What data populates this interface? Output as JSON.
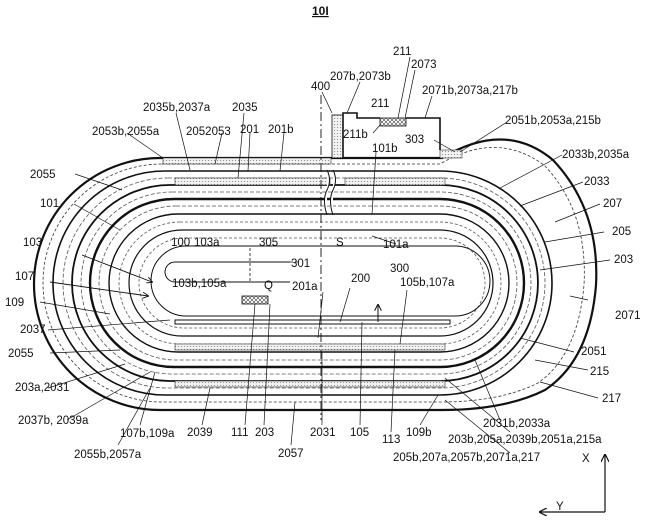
{
  "figure": {
    "title": "10I",
    "labels": [
      {
        "id": "L211a",
        "text": "211"
      },
      {
        "id": "L2073",
        "text": "2073"
      },
      {
        "id": "L400",
        "text": "400"
      },
      {
        "id": "L207b",
        "text": "207b,2073b"
      },
      {
        "id": "L2071b",
        "text": "2071b,2073a,217b"
      },
      {
        "id": "L211b_top",
        "text": "211"
      },
      {
        "id": "L2035b",
        "text": "2035b,2037a"
      },
      {
        "id": "L2035",
        "text": "2035"
      },
      {
        "id": "L211b",
        "text": "211b"
      },
      {
        "id": "L303",
        "text": "303"
      },
      {
        "id": "L2051b",
        "text": "2051b,2053a,215b"
      },
      {
        "id": "L2053b",
        "text": "2053b,2055a"
      },
      {
        "id": "L2052053",
        "text": "2052053"
      },
      {
        "id": "L201",
        "text": "201"
      },
      {
        "id": "L201b",
        "text": "201b"
      },
      {
        "id": "L101b",
        "text": "101b"
      },
      {
        "id": "L2033b",
        "text": "2033b,2035a"
      },
      {
        "id": "L2055t",
        "text": "2055"
      },
      {
        "id": "L2033",
        "text": "2033"
      },
      {
        "id": "L101",
        "text": "101"
      },
      {
        "id": "L207",
        "text": "207"
      },
      {
        "id": "L205",
        "text": "205"
      },
      {
        "id": "L103",
        "text": "103"
      },
      {
        "id": "L100",
        "text": "100"
      },
      {
        "id": "L103a",
        "text": "103a"
      },
      {
        "id": "L305",
        "text": "305"
      },
      {
        "id": "LS",
        "text": "S"
      },
      {
        "id": "L101a",
        "text": "101a"
      },
      {
        "id": "L301",
        "text": "301"
      },
      {
        "id": "L203",
        "text": "203"
      },
      {
        "id": "L300",
        "text": "300"
      },
      {
        "id": "L107",
        "text": "107"
      },
      {
        "id": "L103b",
        "text": "103b,105a"
      },
      {
        "id": "LQ",
        "text": "Q"
      },
      {
        "id": "L201a",
        "text": "201a"
      },
      {
        "id": "L200",
        "text": "200"
      },
      {
        "id": "L105b",
        "text": "105b,107a"
      },
      {
        "id": "L109",
        "text": "109"
      },
      {
        "id": "L2071",
        "text": "2071"
      },
      {
        "id": "L2037",
        "text": "2037"
      },
      {
        "id": "L2051",
        "text": "2051"
      },
      {
        "id": "L2055b",
        "text": "2055"
      },
      {
        "id": "L203a",
        "text": "203a,2031"
      },
      {
        "id": "L215",
        "text": "215"
      },
      {
        "id": "L217",
        "text": "217"
      },
      {
        "id": "L2037b",
        "text": "2037b,  2039a"
      },
      {
        "id": "L107b",
        "text": "107b,109a"
      },
      {
        "id": "L2039",
        "text": "2039"
      },
      {
        "id": "L111",
        "text": "111"
      },
      {
        "id": "L203b2",
        "text": "203"
      },
      {
        "id": "L2031",
        "text": "2031"
      },
      {
        "id": "L105",
        "text": "105"
      },
      {
        "id": "L113",
        "text": "113"
      },
      {
        "id": "L109b",
        "text": "109b"
      },
      {
        "id": "L2031b",
        "text": "2031b,2033a"
      },
      {
        "id": "L203b",
        "text": "203b,205a,2039b,2051a,215a"
      },
      {
        "id": "L2055b2",
        "text": "2055b,2057a"
      },
      {
        "id": "L2057",
        "text": "2057"
      },
      {
        "id": "L205b",
        "text": "205b,207a,2057b,2071a,217"
      },
      {
        "id": "LX",
        "text": "X"
      },
      {
        "id": "LY",
        "text": "Y"
      }
    ]
  }
}
